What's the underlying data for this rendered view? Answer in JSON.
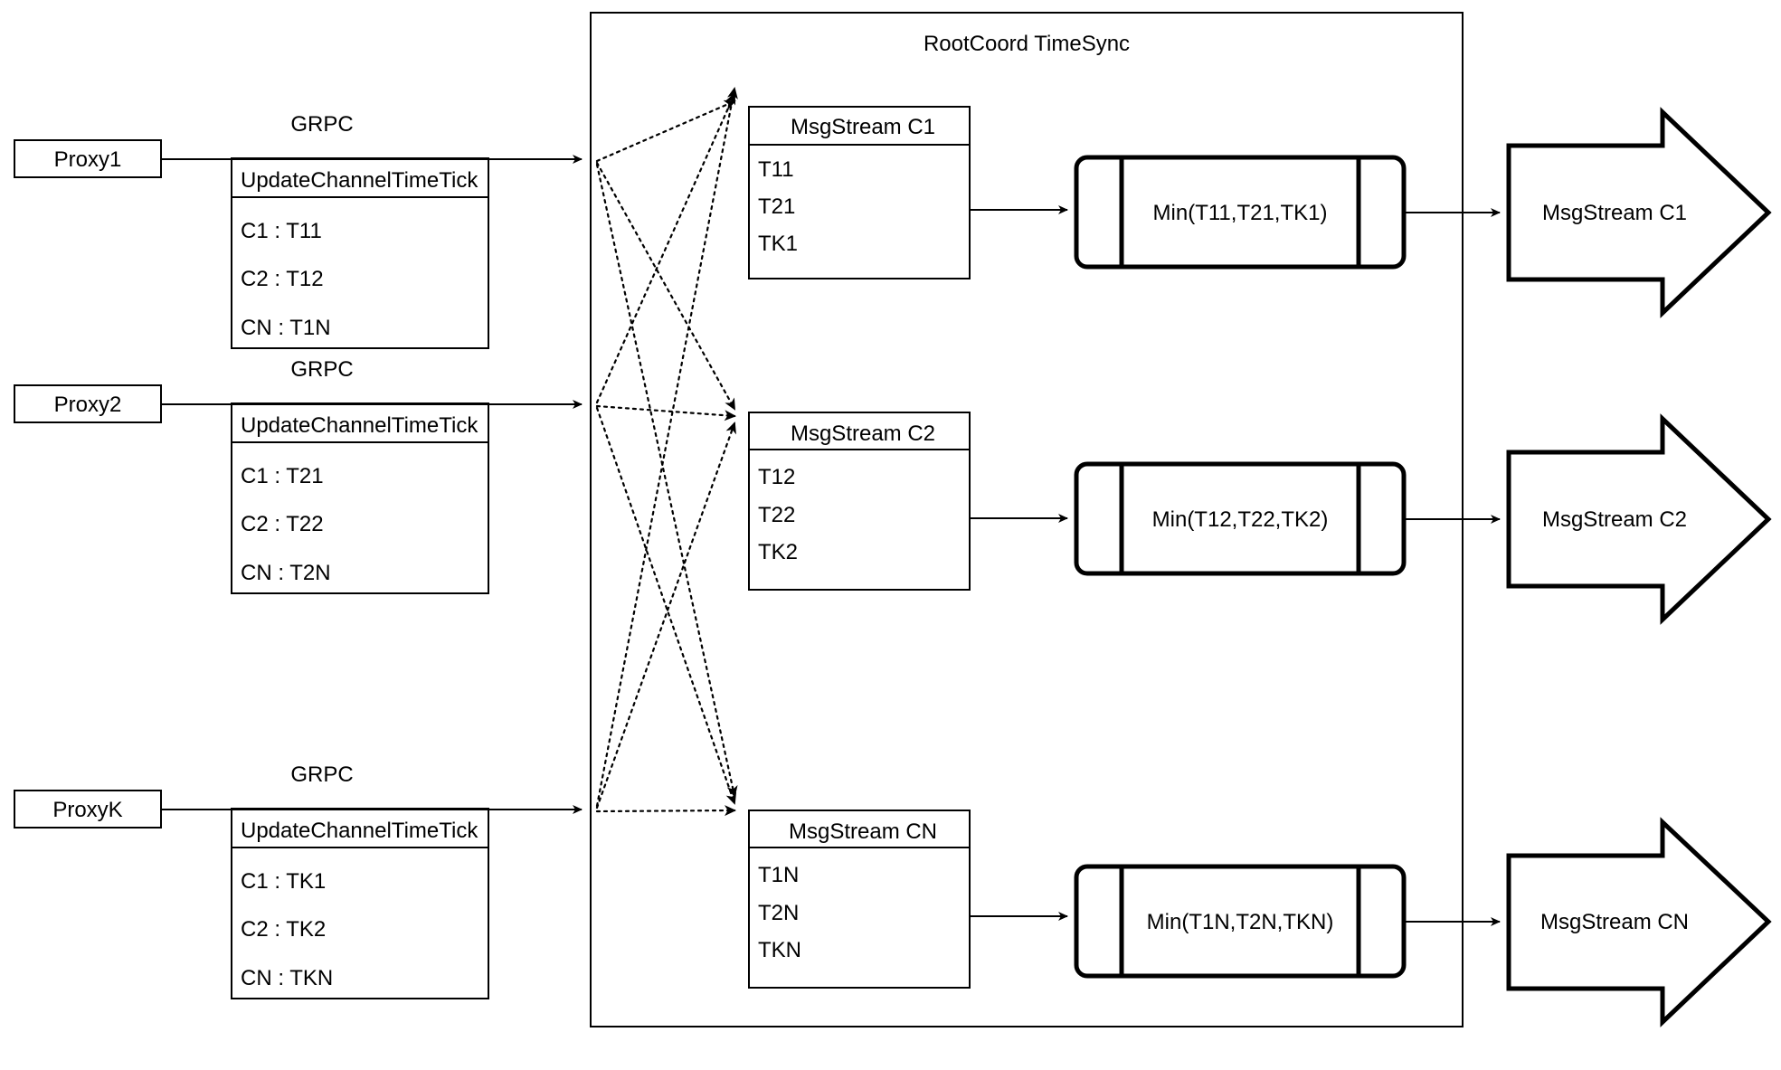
{
  "container": {
    "title": "RootCoord TimeSync"
  },
  "proxies": [
    {
      "name": "Proxy1",
      "link_label": "GRPC",
      "request": {
        "header": "UpdateChannelTimeTick",
        "rows": [
          "C1 :  T11",
          "C2 :  T12",
          "CN : T1N"
        ]
      }
    },
    {
      "name": "Proxy2",
      "link_label": "GRPC",
      "request": {
        "header": "UpdateChannelTimeTick",
        "rows": [
          "C1 :  T21",
          "C2 :  T22",
          "CN : T2N"
        ]
      }
    },
    {
      "name": "ProxyK",
      "link_label": "GRPC",
      "request": {
        "header": "UpdateChannelTimeTick",
        "rows": [
          "C1 :  TK1",
          "C2 :  TK2",
          "CN : TKN"
        ]
      }
    }
  ],
  "channels": [
    {
      "msgstream": {
        "header": "MsgStream C1",
        "rows": [
          "T11",
          "T21",
          "TK1"
        ]
      },
      "process": {
        "label": "Min(T11,T21,TK1)"
      },
      "output": {
        "label": "MsgStream C1"
      }
    },
    {
      "msgstream": {
        "header": "MsgStream C2",
        "rows": [
          "T12",
          "T22",
          "TK2"
        ]
      },
      "process": {
        "label": "Min(T12,T22,TK2)"
      },
      "output": {
        "label": "MsgStream C2"
      }
    },
    {
      "msgstream": {
        "header": "MsgStream CN",
        "rows": [
          "T1N",
          "T2N",
          "TKN"
        ]
      },
      "process": {
        "label": "Min(T1N,T2N,TKN)"
      },
      "output": {
        "label": "MsgStream CN"
      }
    }
  ],
  "colors": {
    "stroke": "#000000",
    "background": "#ffffff"
  }
}
